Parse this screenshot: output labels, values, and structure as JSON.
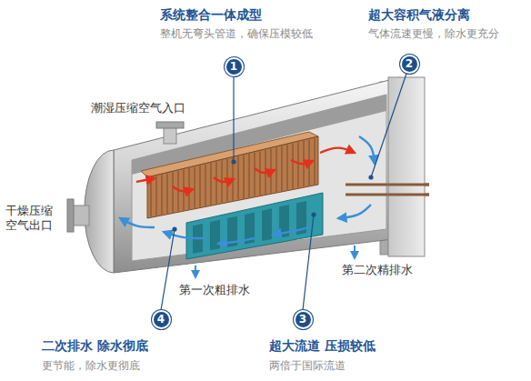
{
  "diagram": {
    "nodes": [
      {
        "text": [
          "1"
        ]
      },
      {
        "text": [
          "2"
        ]
      },
      {
        "text": [
          "4"
        ]
      },
      {
        "text": [
          "3"
        ]
      }
    ],
    "labels": [
      "系统整合一体成型",
      "整机无弯头管道，确保压模较低",
      "超大容积气液分离",
      "气体流速更慢，除水更充分",
      "潮湿压缩空气入口",
      "干燥压缩 空气出口",
      "第二次精排水",
      "第一次粗排水",
      "二次排水 除水彻底",
      "更节能，除水更彻底",
      "超大流道 压损较低",
      "两倍于国际流道"
    ]
  }
}
